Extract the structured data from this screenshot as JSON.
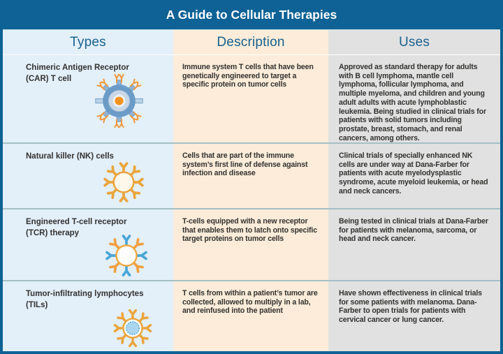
{
  "header": {
    "title": "A Guide to Cellular Therapies"
  },
  "columns": {
    "types": "Types",
    "description": "Description",
    "uses": "Uses"
  },
  "rows": [
    {
      "type": "Chimeric Antigen Receptor (CAR) T cell",
      "icon": "car-t-cell-icon",
      "description": "Immune system T cells that have been genetically engineered to target a specific protein on tumor cells",
      "uses": "Approved as standard therapy for adults with B cell lymphoma, mantle cell lymphoma, follicular lymphoma, and multiple myeloma, and children and young adult adults with acute lymphoblastic leukemia. Being studied in clinical trials for patients with solid tumors including prostate, breast, stomach, and renal cancers, among others."
    },
    {
      "type": "Natural killer (NK) cells",
      "icon": "nk-cell-icon",
      "description": "Cells that are part of the immune system’s first line of defense against infection and disease",
      "uses": "Clinical trials of specially enhanced NK cells are under way at Dana-Farber for patients with acute myelodysplastic syndrome, acute myeloid leukemia, or head and neck cancers."
    },
    {
      "type": "Engineered T-cell receptor (TCR) therapy",
      "icon": "tcr-cell-icon",
      "description": "T-cells equipped with a new receptor that enables them to latch onto specific target proteins on tumor cells",
      "uses": "Being tested in clinical trials at Dana-Farber for patients with melanoma, sarcoma, or head and neck cancer."
    },
    {
      "type": "Tumor-infiltrating lymphocytes (TILs)",
      "icon": "til-cell-icon",
      "description": "T cells from within a patient’s tumor are collected, allowed to multiply in a lab, and reinfused into the patient",
      "uses": "Have shown effectiveness in clinical trials for some patients with melanoma. Dana-Farber to open trials for patients with cervical cancer or lung cancer."
    }
  ],
  "colors": {
    "title_bar_blue": "#0e6295",
    "types_column_bg": "#e3eff9",
    "description_column_bg": "#fcecd9",
    "uses_column_bg": "#e1e1e1",
    "column_header_text": "#19618f",
    "row_divider": "#a5bfc5",
    "body_text": "#333230",
    "cell_body_blue": "#6b9cc8",
    "receptor_orange": "#eba43e",
    "receptor_blue": "#49a5d9",
    "nucleus_orange": "#f5921e"
  }
}
